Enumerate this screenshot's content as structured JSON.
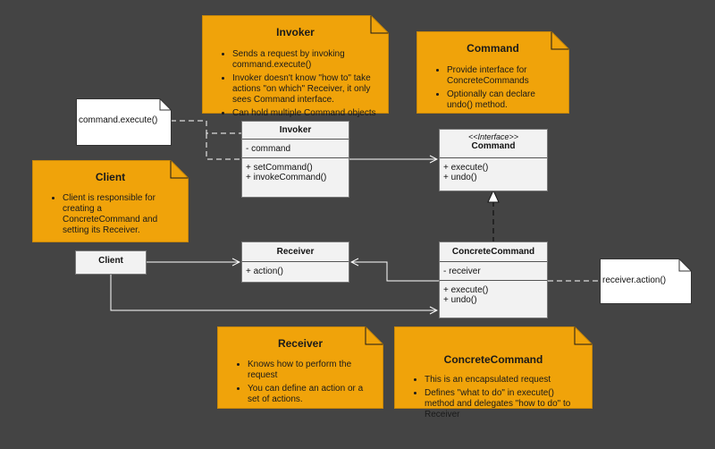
{
  "invoker_note": {
    "title": "Invoker",
    "items": [
      "Sends a request by invoking command.execute()",
      "Invoker doesn't know \"how to\" take actions \"on which\" Receiver, it only sees Command interface.",
      "Can hold multiple Command objects"
    ]
  },
  "command_note": {
    "title": "Command",
    "items": [
      "Provide interface for ConcreteCommands",
      "Optionally can declare undo() method."
    ]
  },
  "client_note": {
    "title": "Client",
    "items": [
      "Client is responsible for creating a ConcreteCommand and setting its Receiver."
    ]
  },
  "receiver_note": {
    "title": "Receiver",
    "items": [
      "Knows how to perform the request",
      "You can define an action or a set of actions."
    ]
  },
  "concrete_note": {
    "title": "ConcreteCommand",
    "items": [
      "This is an encapsulated request",
      "Defines \"what to do\" in execute() method and delegates \"how to do\" to Receiver"
    ]
  },
  "call_notes": {
    "command_execute": "command.execute()",
    "receiver_action": "receiver.action()"
  },
  "classes": {
    "invoker": {
      "name": "Invoker",
      "fields": [
        "- command"
      ],
      "methods": [
        "+ setCommand()",
        "+ invokeCommand()"
      ]
    },
    "command": {
      "stereotype": "<<Interface>>",
      "name": "Command",
      "methods": [
        "+ execute()",
        "+ undo()"
      ]
    },
    "receiver": {
      "name": "Receiver",
      "methods": [
        "+ action()"
      ]
    },
    "concrete": {
      "name": "ConcreteCommand",
      "fields": [
        "- receiver"
      ],
      "methods": [
        "+ execute()",
        "+ undo()"
      ]
    },
    "client": {
      "name": "Client"
    }
  },
  "colors": {
    "background": "#444444",
    "note_fill": "#f0a30a",
    "white_note_fill": "#ffffff",
    "class_fill": "#f2f2f2",
    "connector": "#ffffff"
  }
}
